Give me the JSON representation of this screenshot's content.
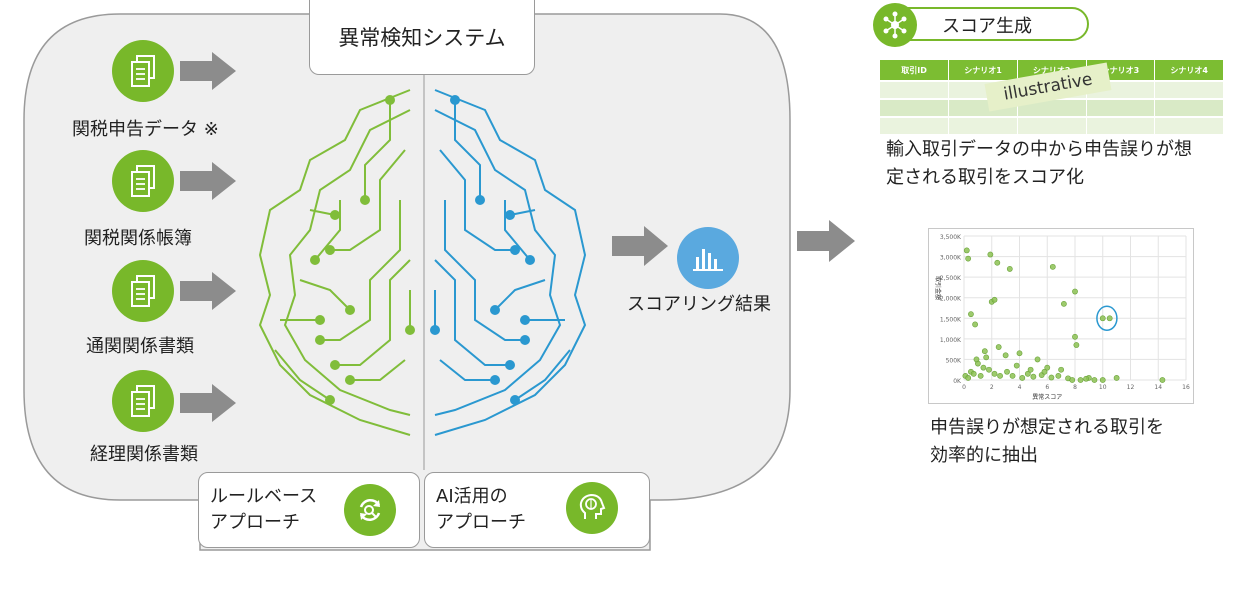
{
  "system_title": "異常検知システム",
  "sources": [
    {
      "label": "関税申告データ ※",
      "icon": "document-icon"
    },
    {
      "label": "関税関係帳簿",
      "icon": "document-icon"
    },
    {
      "label": "通関関係書類",
      "icon": "document-icon"
    },
    {
      "label": "経理関係書類",
      "icon": "document-icon"
    }
  ],
  "approaches": {
    "rule": {
      "label": "ルールベース\nアプローチ",
      "icon": "refresh-search-icon"
    },
    "ai": {
      "label": "AI活用の\nアプローチ",
      "icon": "brain-head-icon"
    }
  },
  "scoring_result": {
    "label": "スコアリング結果",
    "icon": "bar-chart-icon"
  },
  "score_generation": {
    "title": "スコア生成",
    "icon": "network-icon",
    "table_headers": [
      "取引ID",
      "シナリオ1",
      "シナリオ2",
      "シナリオ3",
      "シナリオ4"
    ],
    "watermark": "illustrative",
    "description": "輸入取引データの中から申告誤りが想\n定される取引をスコア化"
  },
  "extraction_description": "申告誤りが想定される取引を\n効率的に抽出",
  "colors": {
    "green": "#78b82a",
    "blue": "#4aa3dc",
    "gray_panel": "#efefef",
    "arrow": "#8c8c8c"
  },
  "chart_data": {
    "type": "scatter",
    "xlabel": "異常スコア",
    "ylabel": "取引金額",
    "xlim": [
      0,
      16
    ],
    "ylim": [
      0,
      3500
    ],
    "xticks": [
      "0",
      "2",
      "4",
      "6",
      "8",
      "10",
      "12",
      "14",
      "16"
    ],
    "yticks": [
      "0K",
      "500K",
      "1,000K",
      "1,500K",
      "2,000K",
      "2,500K",
      "3,000K",
      "3,500K"
    ],
    "grid": true,
    "highlight": {
      "x": 10.3,
      "y": 1500
    },
    "points": [
      [
        0.2,
        3150
      ],
      [
        0.3,
        2950
      ],
      [
        0.5,
        1600
      ],
      [
        0.8,
        1350
      ],
      [
        1.0,
        400
      ],
      [
        1.9,
        3050
      ],
      [
        2.0,
        1900
      ],
      [
        2.2,
        1950
      ],
      [
        2.4,
        2850
      ],
      [
        3.3,
        2700
      ],
      [
        6.4,
        2750
      ],
      [
        7.2,
        1850
      ],
      [
        8.0,
        2150
      ],
      [
        8.0,
        1050
      ],
      [
        8.1,
        850
      ],
      [
        10.0,
        1500
      ],
      [
        10.5,
        1500
      ],
      [
        14.3,
        0
      ],
      [
        4.0,
        650
      ],
      [
        5.3,
        500
      ],
      [
        2.5,
        800
      ],
      [
        1.5,
        700
      ],
      [
        3.0,
        600
      ],
      [
        6.0,
        300
      ],
      [
        7.0,
        250
      ],
      [
        9.0,
        50
      ],
      [
        10.0,
        0
      ],
      [
        11.0,
        50
      ],
      [
        0.1,
        100
      ],
      [
        0.3,
        50
      ],
      [
        0.5,
        200
      ],
      [
        0.7,
        150
      ],
      [
        1.2,
        100
      ],
      [
        1.4,
        300
      ],
      [
        1.8,
        250
      ],
      [
        2.2,
        150
      ],
      [
        2.6,
        100
      ],
      [
        3.1,
        200
      ],
      [
        3.5,
        100
      ],
      [
        4.2,
        50
      ],
      [
        4.6,
        150
      ],
      [
        5.0,
        80
      ],
      [
        5.6,
        120
      ],
      [
        6.3,
        60
      ],
      [
        7.5,
        40
      ],
      [
        8.4,
        0
      ],
      [
        8.8,
        30
      ],
      [
        9.4,
        0
      ],
      [
        0.9,
        500
      ],
      [
        1.6,
        550
      ],
      [
        3.8,
        350
      ],
      [
        4.8,
        250
      ],
      [
        5.8,
        200
      ],
      [
        6.8,
        100
      ],
      [
        7.8,
        0
      ]
    ]
  }
}
